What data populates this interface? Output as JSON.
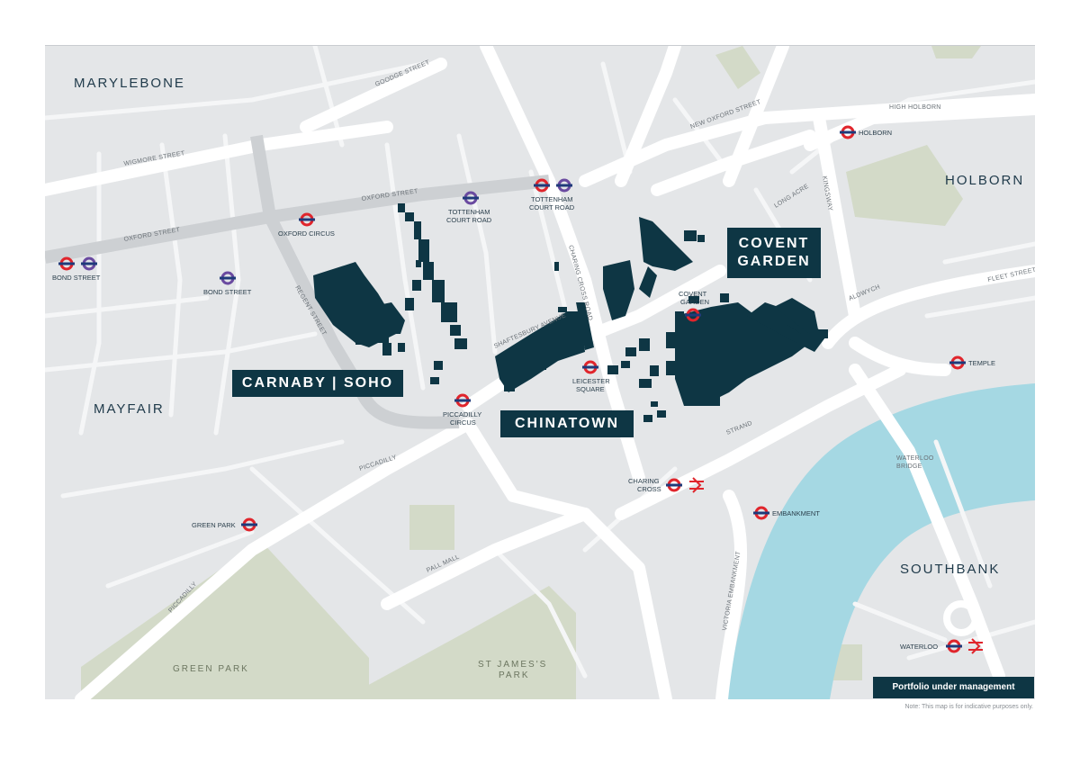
{
  "areas": {
    "marylebone": "MARYLEBONE",
    "holborn": "HOLBORN",
    "mayfair": "MAYFAIR",
    "southbank": "SOUTHBANK"
  },
  "districts": {
    "carnaby": "CARNABY | SOHO",
    "chinatown": "CHINATOWN",
    "covent_garden_1": "COVENT",
    "covent_garden_2": "GARDEN"
  },
  "parks": {
    "green_park": "GREEN PARK",
    "st_james_1": "ST JAMES'S",
    "st_james_2": "PARK"
  },
  "streets": {
    "goodge": "GOODGE STREET",
    "high_holborn": "HIGH HOLBORN",
    "new_oxford": "NEW OXFORD STREET",
    "wigmore": "WIGMORE STREET",
    "oxford_1": "OXFORD STREET",
    "oxford_2": "OXFORD STREET",
    "regent": "REGENT STREET",
    "charing_cross_road": "CHARING CROSS ROAD",
    "shaftesbury": "SHAFTESBURY AVENUE",
    "long_acre": "LONG ACRE",
    "kingsway": "KINGSWAY",
    "aldwych": "ALDWYCH",
    "fleet": "FLEET STREET",
    "strand": "STRAND",
    "piccadilly_1": "PICCADILLY",
    "piccadilly_2": "PICCADILLY",
    "pall_mall": "PALL MALL",
    "victoria_embankment": "VICTORIA EMBANKMENT",
    "waterloo_bridge_1": "WATERLOO",
    "waterloo_bridge_2": "BRIDGE"
  },
  "stations": {
    "holborn": "HOLBORN",
    "bond_street_west": "BOND STREET",
    "bond_street": "BOND STREET",
    "oxford_circus": "OXFORD CIRCUS",
    "tcr_1_a": "TOTTENHAM",
    "tcr_1_b": "COURT ROAD",
    "tcr_2_a": "TOTTENHAM",
    "tcr_2_b": "COURT ROAD",
    "covent_garden_a": "COVENT",
    "covent_garden_b": "GARDEN",
    "leicester_a": "LEICESTER",
    "leicester_b": "SQUARE",
    "piccadilly_a": "PICCADILLY",
    "piccadilly_b": "CIRCUS",
    "temple": "TEMPLE",
    "charing_a": "CHARING",
    "charing_b": "CROSS",
    "embankment": "EMBANKMENT",
    "green_park": "GREEN PARK",
    "waterloo": "WATERLOO"
  },
  "icons": {
    "underground": "underground-roundel-icon",
    "elizabeth": "elizabeth-line-roundel-icon",
    "rail": "national-rail-icon"
  },
  "colors": {
    "map_bg": "#e4e6e8",
    "road": "#ffffff",
    "park": "#d3dac8",
    "river": "#a5d8e3",
    "portfolio": "#0e3644",
    "underground": "#e0252c",
    "elizabeth": "#6a4aa0"
  },
  "legend": "Portfolio under management",
  "note": "Note: This map is for indicative purposes only."
}
